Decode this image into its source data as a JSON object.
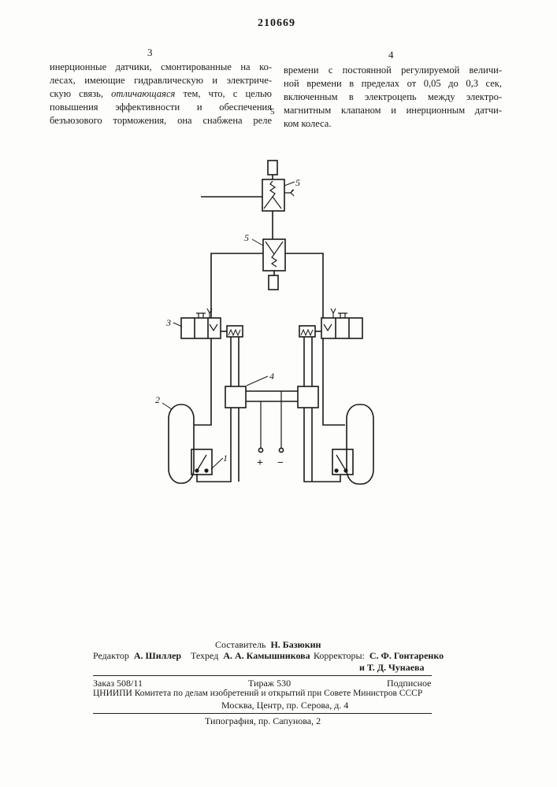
{
  "header": {
    "patent_number": "210669",
    "column_left_number": "3",
    "column_right_number": "4",
    "line_marker": "5"
  },
  "text": {
    "left_lines": [
      "инерционные датчики, смонтированные на ко-",
      "лесах, имеющие гидравлическую и электриче-",
      "скую связь,",
      "повышения эффективности и обеспечения",
      "безъюзового торможения, она снабжена реле"
    ],
    "left_line3_emphasis": "отличающаяся",
    "left_line3_rest": " тем, что, с целью",
    "right_lines": [
      "времени с постоянной регулируемой величи-",
      "ной времени в пределах от 0,05 до 0,3 сек,",
      "включенным в электроцепь между электро-",
      "магнитным клапаном и инерционным датчи-",
      "ком колеса."
    ]
  },
  "figure": {
    "labels": {
      "valve_top": "5",
      "valve_mid": "5",
      "solenoid": "3",
      "relay": "4",
      "wheel": "2",
      "sensor": "1",
      "plus": "+",
      "minus": "−"
    }
  },
  "imprint": {
    "compiler_label": "Составитель",
    "compiler_name": "Н. Базюкин",
    "editor_label": "Редактор",
    "editor_name": "А. Шиллер",
    "techred_label": "Техред",
    "techred_name": "А. А. Камышникова",
    "correctors_label": "Корректоры:",
    "corrector_1": "С. Ф. Гонтаренко",
    "corrector_2": "и Т. Д. Чунаева",
    "order": "Заказ 508/11",
    "circulation": "Тираж 530",
    "subscription": "Подписное",
    "institute": "ЦНИИПИ Комитета по делам изобретений и открытий при Совете Министров СССР",
    "address": "Москва, Центр, пр. Серова, д. 4",
    "typography": "Типография, пр. Сапунова, 2"
  }
}
